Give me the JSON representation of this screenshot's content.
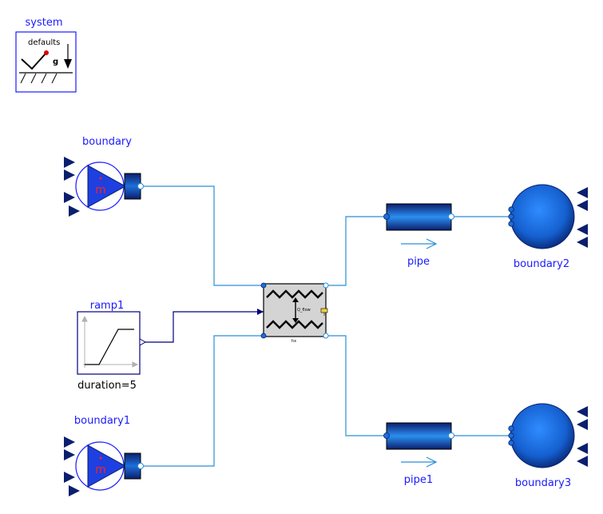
{
  "colors": {
    "wire_fluid": "#2a8fd6",
    "wire_signal": "#00007f",
    "label_blue": "#1a1aff",
    "component_blue": "#1e6fd9",
    "dark_navy": "#0b1f6e"
  },
  "components": {
    "system": {
      "name": "system",
      "defaults": "defaults",
      "g": "g"
    },
    "boundary": {
      "name": "boundary",
      "symbol": "m"
    },
    "boundary1": {
      "name": "boundary1",
      "symbol": "m"
    },
    "ramp1": {
      "name": "ramp1",
      "param": "duration=5"
    },
    "hx": {
      "inner_label": "Q_flow",
      "bottom_label": "hx"
    },
    "pipe": {
      "name": "pipe"
    },
    "pipe1": {
      "name": "pipe1"
    },
    "boundary2": {
      "name": "boundary2"
    },
    "boundary3": {
      "name": "boundary3"
    }
  }
}
